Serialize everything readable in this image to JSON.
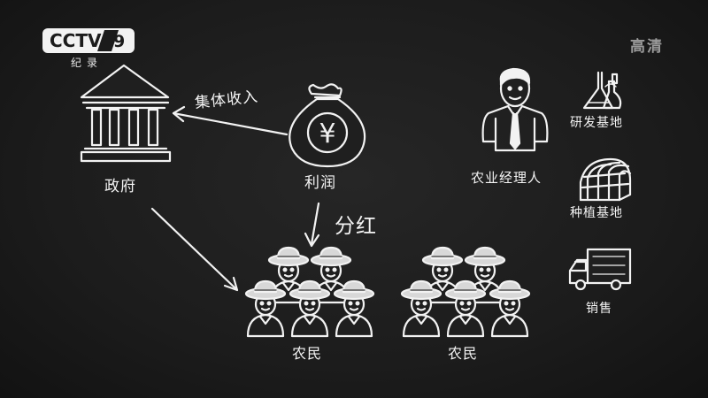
{
  "watermark": {
    "logo_text": "CCTV",
    "channel_number": "9",
    "channel_name": "纪录",
    "quality_badge": "高清"
  },
  "diagram": {
    "labels": {
      "government": "政府",
      "profit": "利润",
      "collective_income": "集体收入",
      "dividend": "分红",
      "farmers_left": "农民",
      "farmers_right": "农民",
      "agri_manager": "农业经理人",
      "rd_base": "研发基地",
      "planting_base": "种植基地",
      "sales": "销售"
    },
    "icons": {
      "money_bag_symbol": "¥"
    }
  }
}
